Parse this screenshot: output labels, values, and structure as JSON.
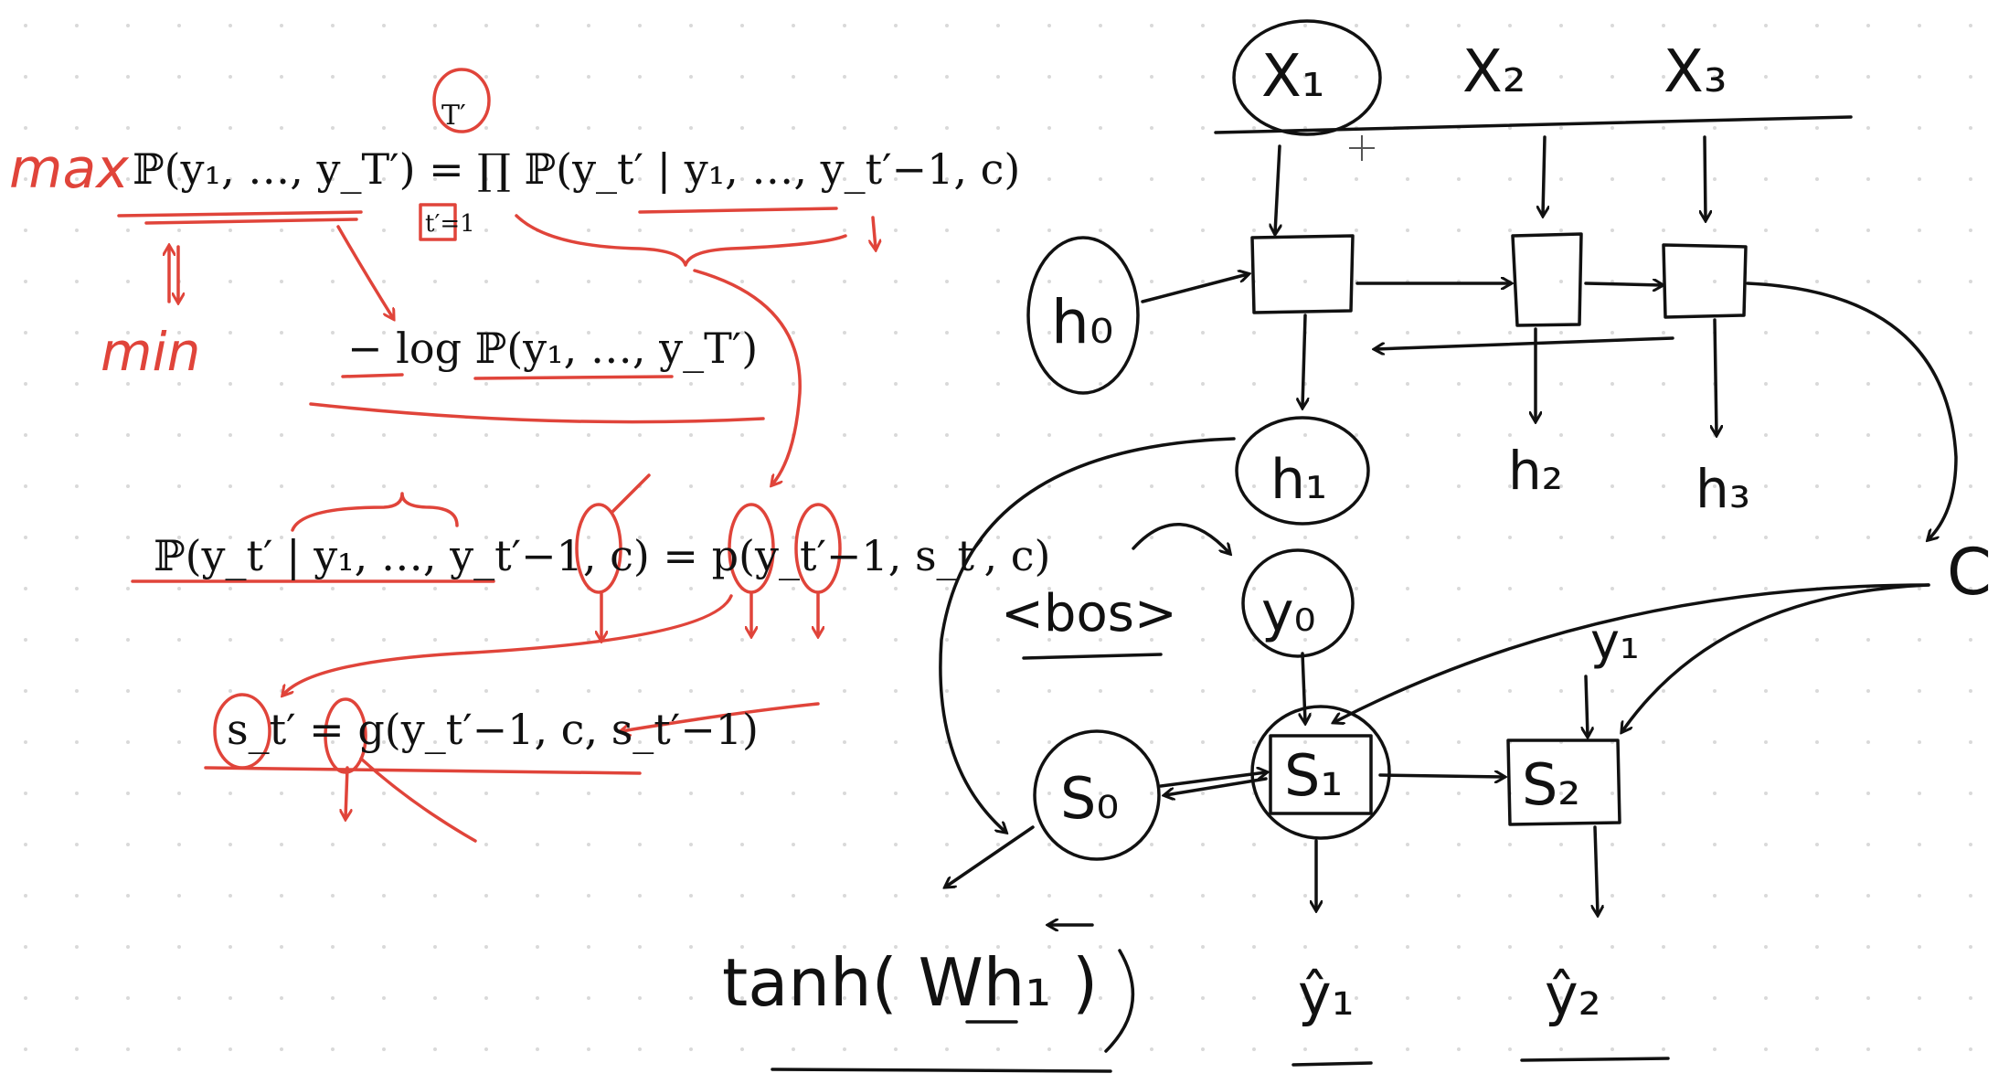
{
  "colors": {
    "background": "#ffffff",
    "dot_grid": "#d9d9d9",
    "ink_black": "#111111",
    "ink_red": "#e0443a"
  },
  "equations": {
    "eq1_left": "ℙ(y₁, …, y_T′) = ∏ ℙ(y_t′ | y₁, …, y_t′−1, c)",
    "eq1_prod_top": "T′",
    "eq1_prod_bottom": "t′=1",
    "eq2": "− log ℙ(y₁, …, y_T′)",
    "eq3": "ℙ(y_t′ | y₁, …, y_t′−1, c) = p(y_t′−1, s_t′, c)",
    "eq4": "s_t′ = g(y_t′−1, c, s_t′−1)"
  },
  "annotations_red": {
    "max": "max",
    "min": "min"
  },
  "diagram_labels": {
    "x1": "X₁",
    "x2": "X₂",
    "x3": "X₃",
    "h0": "h₀",
    "h1": "h₁",
    "h2": "h₂",
    "h3": "h₃",
    "c": "C",
    "bos": "<bos>",
    "y0": "y₀",
    "y1_input": "y₁",
    "s0": "S₀",
    "s1": "S₁",
    "s2": "S₂",
    "yhat1": "ŷ₁",
    "yhat2": "ŷ₂",
    "tanh": "tanh( Wh₁ )"
  }
}
